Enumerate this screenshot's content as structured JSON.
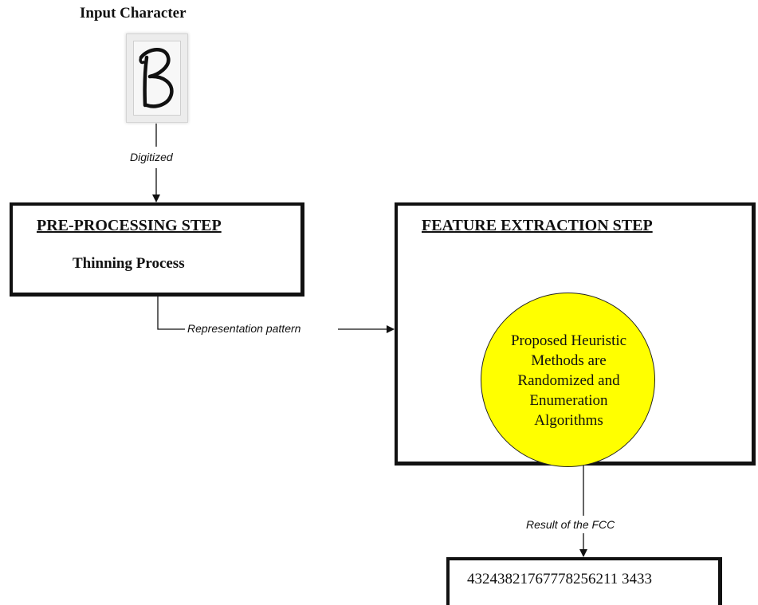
{
  "input": {
    "title": "Input Character",
    "glyph": "B"
  },
  "edges": {
    "digitized": "Digitized",
    "representation": "Representation pattern",
    "result_fcc": "Result of the FCC"
  },
  "preprocessing": {
    "title": "PRE-PROCESSING STEP",
    "subtitle": "Thinning Process"
  },
  "feature": {
    "title": "FEATURE EXTRACTION STEP",
    "circle_lines": [
      "Proposed Heuristic",
      "Methods are",
      "Randomized and",
      "Enumeration",
      "Algorithms"
    ]
  },
  "result": {
    "code": "43243821767778256211 3433"
  },
  "colors": {
    "circle_fill": "#ffff00",
    "stroke": "#111111"
  }
}
